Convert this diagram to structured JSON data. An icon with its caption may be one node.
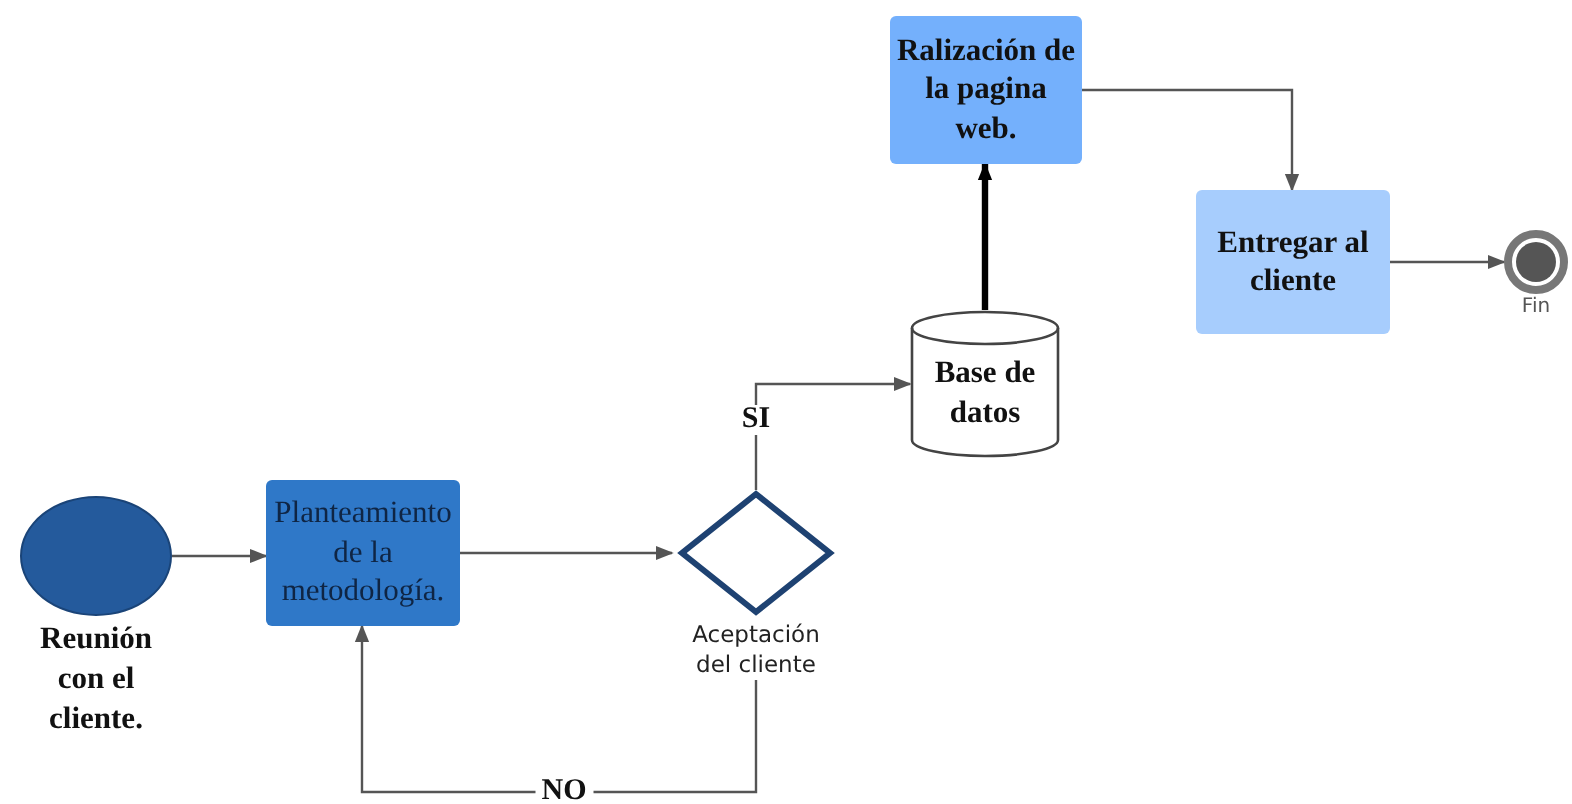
{
  "diagram": {
    "nodes": [
      {
        "text": [
          "Reunión con el cliente."
        ]
      },
      {
        "text": [
          "Planteamiento de la metodología."
        ]
      },
      {
        "text": [
          "Aceptación del cliente"
        ]
      },
      {
        "text": [
          "Base de datos"
        ]
      },
      {
        "text": [
          "Ralización de la pagina web."
        ]
      },
      {
        "text": [
          "Entregar al cliente"
        ]
      },
      {
        "text": [
          "Fin"
        ]
      }
    ],
    "edges": [
      {
        "from": 0,
        "to": 1,
        "arrow": "to"
      },
      {
        "from": 1,
        "to": 2,
        "arrow": "to"
      },
      {
        "from": 2,
        "to": 3,
        "arrow": "to",
        "label": "SI"
      },
      {
        "from": 2,
        "to": 1,
        "arrow": "to",
        "label": "NO"
      },
      {
        "from": 3,
        "to": 4,
        "arrow": "to",
        "style": "thick",
        "color": "#000000"
      },
      {
        "from": 4,
        "to": 5,
        "arrow": "to"
      },
      {
        "from": 5,
        "to": 6,
        "arrow": "to"
      }
    ]
  }
}
